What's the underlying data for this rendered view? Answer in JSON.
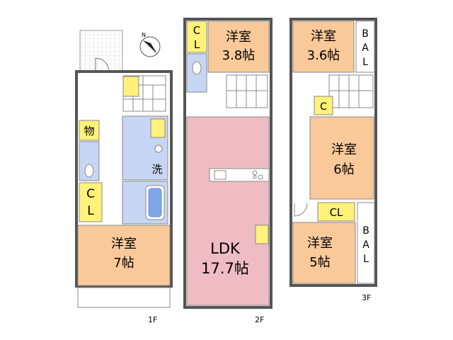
{
  "floors": {
    "first": {
      "label": "1F",
      "rooms": {
        "storage": "物",
        "washroom": "洗",
        "closet": [
          "C",
          "L"
        ],
        "bedroom": {
          "name": "洋室",
          "size": "7帖"
        }
      }
    },
    "second": {
      "label": "2F",
      "rooms": {
        "closet": [
          "C",
          "L"
        ],
        "bedroom": {
          "name": "洋室",
          "size": "3.8帖"
        },
        "ldk": {
          "name": "LDK",
          "size": "17.7帖"
        }
      }
    },
    "third": {
      "label": "3F",
      "rooms": {
        "bedroom_a": {
          "name": "洋室",
          "size": "3.6帖"
        },
        "balcony_a": [
          "B",
          "A",
          "L"
        ],
        "closet_small": "C",
        "bedroom_b": {
          "name": "洋室",
          "size": "6帖"
        },
        "closet_b": "CL",
        "bedroom_c": {
          "name": "洋室",
          "size": "5帖"
        },
        "balcony_b": [
          "B",
          "A",
          "L"
        ]
      }
    }
  },
  "colors": {
    "bedroom": "#f9c99a",
    "ldk": "#f0bcc3",
    "closet": "#fff27a",
    "wet_area": "#c8d6f5",
    "hall": "#ffffff",
    "wall": "#555555"
  }
}
